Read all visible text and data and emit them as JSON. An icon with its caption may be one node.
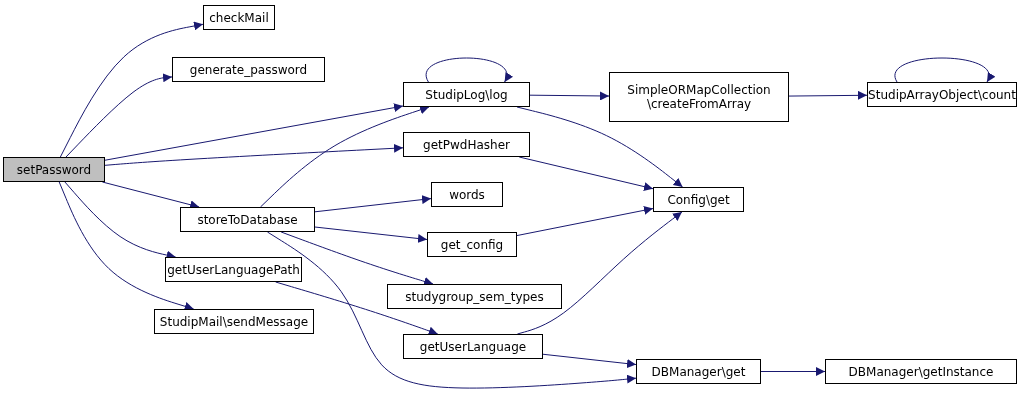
{
  "diagram": {
    "nodes": [
      {
        "text": [
          "setPassword"
        ]
      },
      {
        "text": [
          "checkMail"
        ]
      },
      {
        "text": [
          "generate_password"
        ]
      },
      {
        "text": [
          "StudipLog\\log"
        ]
      },
      {
        "text": [
          "SimpleORMapCollection \\createFromArray"
        ]
      },
      {
        "text": [
          "StudipArrayObject\\count"
        ]
      },
      {
        "text": [
          "getPwdHasher"
        ]
      },
      {
        "text": [
          "Config\\get"
        ]
      },
      {
        "text": [
          "words"
        ]
      },
      {
        "text": [
          "storeToDatabase"
        ]
      },
      {
        "text": [
          "get_config"
        ]
      },
      {
        "text": [
          "getUserLanguagePath"
        ]
      },
      {
        "text": [
          "studygroup_sem_types"
        ]
      },
      {
        "text": [
          "StudipMail\\sendMessage"
        ]
      },
      {
        "text": [
          "getUserLanguage"
        ]
      },
      {
        "text": [
          "DBManager\\get"
        ]
      },
      {
        "text": [
          "DBManager\\getInstance"
        ]
      }
    ],
    "edges": [
      {
        "from": 0,
        "to": 1,
        "arrow": "to"
      },
      {
        "from": 0,
        "to": 2,
        "arrow": "to"
      },
      {
        "from": 0,
        "to": 3,
        "arrow": "to"
      },
      {
        "from": 0,
        "to": 6,
        "arrow": "to"
      },
      {
        "from": 0,
        "to": 9,
        "arrow": "to"
      },
      {
        "from": 0,
        "to": 11,
        "arrow": "to"
      },
      {
        "from": 0,
        "to": 13,
        "arrow": "to"
      },
      {
        "from": 3,
        "to": 3,
        "arrow": "to"
      },
      {
        "from": 3,
        "to": 4,
        "arrow": "to"
      },
      {
        "from": 3,
        "to": 7,
        "arrow": "to"
      },
      {
        "from": 4,
        "to": 5,
        "arrow": "to"
      },
      {
        "from": 5,
        "to": 5,
        "arrow": "to"
      },
      {
        "from": 6,
        "to": 7,
        "arrow": "to"
      },
      {
        "from": 9,
        "to": 3,
        "arrow": "to"
      },
      {
        "from": 9,
        "to": 8,
        "arrow": "to"
      },
      {
        "from": 9,
        "to": 10,
        "arrow": "to"
      },
      {
        "from": 9,
        "to": 12,
        "arrow": "to"
      },
      {
        "from": 9,
        "to": 15,
        "arrow": "to"
      },
      {
        "from": 10,
        "to": 7,
        "arrow": "to"
      },
      {
        "from": 11,
        "to": 14,
        "arrow": "to"
      },
      {
        "from": 14,
        "to": 7,
        "arrow": "to"
      },
      {
        "from": 14,
        "to": 15,
        "arrow": "to"
      },
      {
        "from": 15,
        "to": 16,
        "arrow": "to"
      }
    ]
  }
}
